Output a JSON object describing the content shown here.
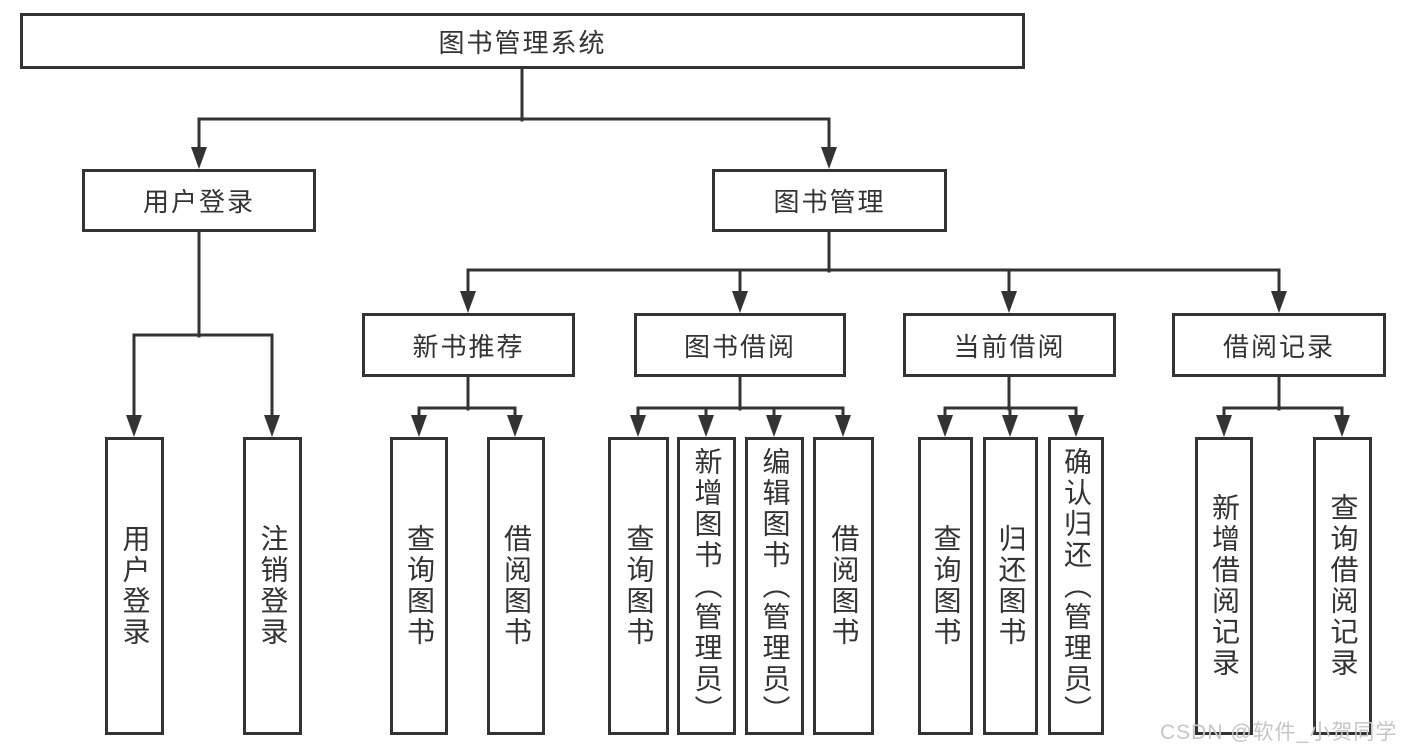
{
  "tree": {
    "root": "图书管理系统",
    "level2": {
      "user_login": "用户登录",
      "book_mgmt": "图书管理"
    },
    "level3": {
      "new_books": "新书推荐",
      "book_borrow": "图书借阅",
      "current_borrow": "当前借阅",
      "borrow_records": "借阅记录"
    },
    "leaves": {
      "user_login": [
        "用户登录",
        "注销登录"
      ],
      "new_books": [
        "查询图书",
        "借阅图书"
      ],
      "book_borrow": [
        "查询图书",
        "新增图书（管理员）",
        "编辑图书（管理员）",
        "借阅图书"
      ],
      "current_borrow": [
        "查询图书",
        "归还图书",
        "确认归还（管理员）"
      ],
      "borrow_records": [
        "新增借阅记录",
        "查询借阅记录"
      ]
    }
  },
  "watermark": "CSDN @软件_小贺同学",
  "colors": {
    "line": "#333333",
    "text": "#333333",
    "background": "#ffffff",
    "watermark": "#c6c6c6"
  }
}
